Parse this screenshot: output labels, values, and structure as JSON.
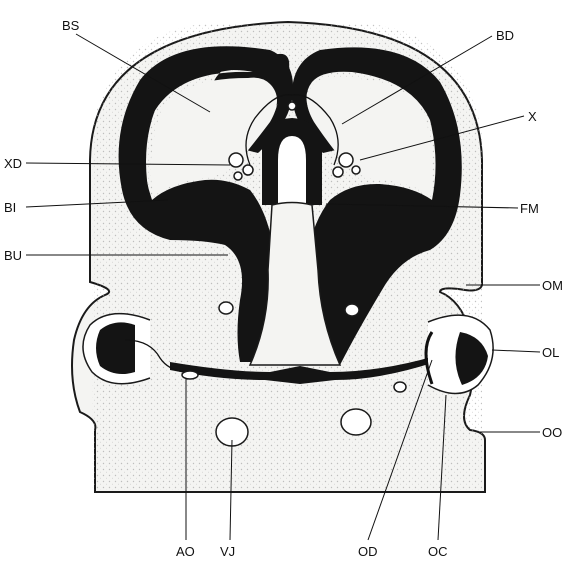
{
  "figure": {
    "labels": {
      "BS": "BS",
      "BD": "BD",
      "X": "X",
      "XD": "XD",
      "BI": "BI",
      "FM": "FM",
      "BU": "BU",
      "OM": "OM",
      "OL": "OL",
      "OO": "OO",
      "AO": "AO",
      "VJ": "VJ",
      "OD": "OD",
      "OC": "OC"
    }
  }
}
